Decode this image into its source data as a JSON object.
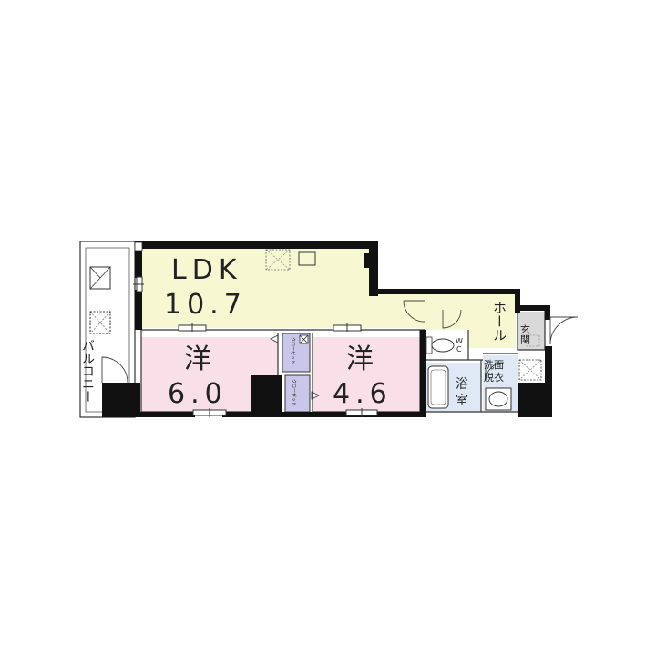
{
  "rooms": {
    "ldk": {
      "name": "LDK",
      "size": "10.7",
      "fill": "#f7f7d2"
    },
    "western1": {
      "name": "洋",
      "size": "6.0",
      "fill": "#f8dfe8"
    },
    "western2": {
      "name": "洋",
      "size": "4.6",
      "fill": "#f8dfe8"
    },
    "hall": {
      "name": "ホール",
      "fill": "#f7f7d2"
    },
    "bath": {
      "name": "浴室",
      "fill": "#dfe9f6"
    },
    "washroom": {
      "name": "洗面脱衣",
      "fill": "#dfe9f6"
    },
    "entrance": {
      "name": "玄関",
      "fill": "#d9d9d9"
    },
    "wc": {
      "name": "WC"
    },
    "balcony": {
      "name": "バルコニー"
    }
  },
  "closets": {
    "label": "クローゼット",
    "fill": "#c9c6ea"
  },
  "colors": {
    "wall": "#111111",
    "line": "#333333"
  }
}
